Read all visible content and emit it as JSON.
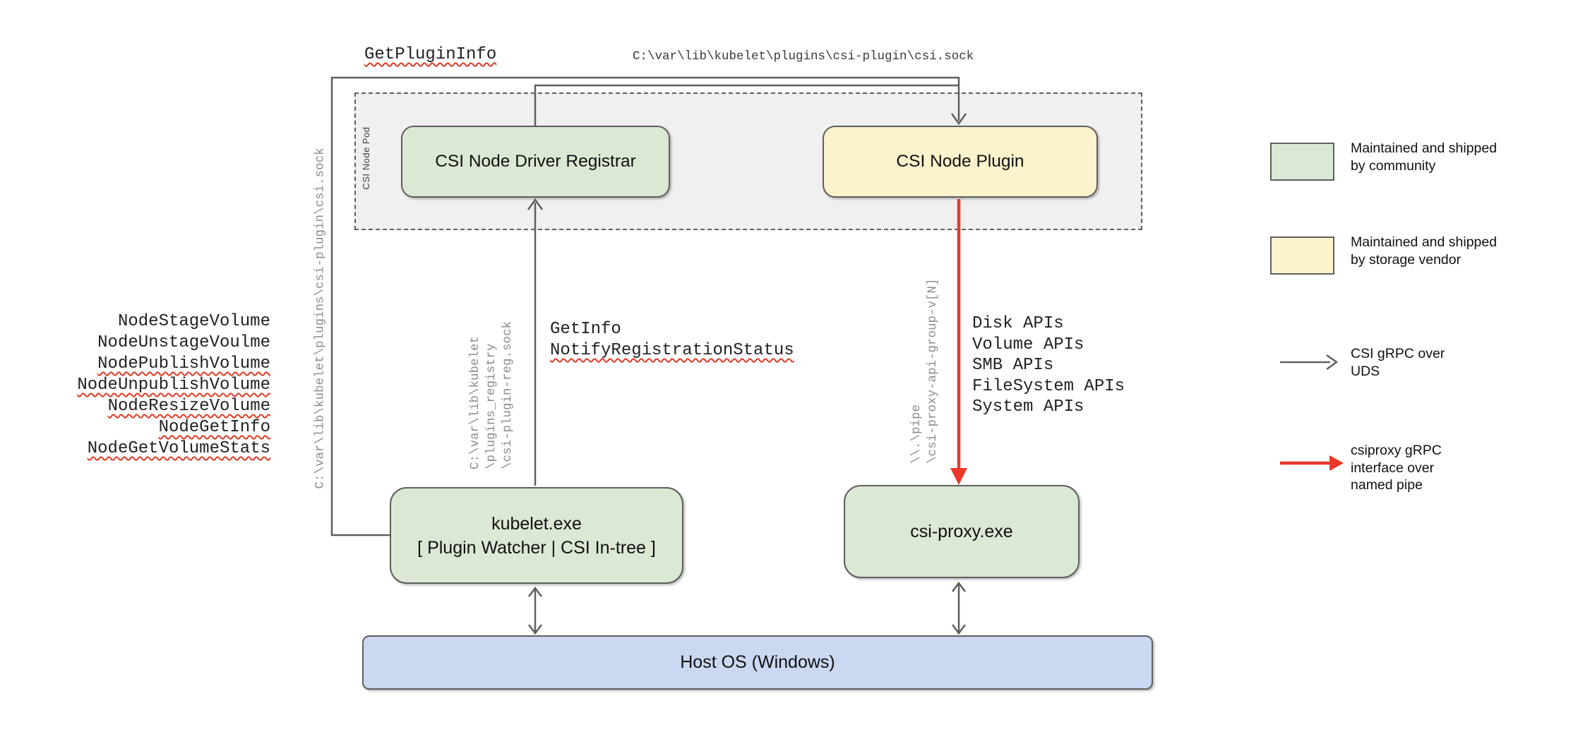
{
  "nodes": {
    "pod_label": "CSI Node Pod",
    "registrar": "CSI Node Driver Registrar",
    "plugin": "CSI Node Plugin",
    "kubelet_line1": "kubelet.exe",
    "kubelet_line2": "[ Plugin Watcher | CSI In-tree ]",
    "csi_proxy": "csi-proxy.exe",
    "host_os": "Host OS (Windows)"
  },
  "edge_labels": {
    "get_plugin_info": "GetPluginInfo",
    "csi_sock_path": "C:\\var\\lib\\kubelet\\plugins\\csi-plugin\\csi.sock",
    "csi_sock_path_vertical": "C:\\var\\lib\\kubelet\\plugins\\csi-plugin\\csi.sock",
    "registry_sock_line1": "C:\\var\\lib\\kubelet",
    "registry_sock_line2": "\\plugins_registry",
    "registry_sock_line3": "\\csi-plugin-reg.sock",
    "pipe_line1": "\\\\.\\pipe",
    "pipe_line2": "\\csi-proxy-api-group-v[N]",
    "get_info": "GetInfo",
    "notify_registration_status": "NotifyRegistrationStatus",
    "node_calls": [
      "NodeStageVolume",
      "NodeUnstageVoulme",
      "NodePublishVolume",
      "NodeUnpublishVolume",
      "NodeResizeVolume",
      "NodeGetInfo",
      "NodeGetVolumeStats"
    ],
    "proxy_apis": [
      "Disk APIs",
      "Volume APIs",
      "SMB APIs",
      "FileSystem APIs",
      "System APIs"
    ]
  },
  "legend": {
    "community": {
      "line1": "Maintained and shipped",
      "line2": "by community",
      "color": "#dbe8d4"
    },
    "vendor": {
      "line1": "Maintained and shipped",
      "line2": "by storage vendor",
      "color": "#fcf2cb"
    },
    "uds_arrow": {
      "line1": "CSI gRPC over",
      "line2": "UDS",
      "color": "#5f5f5f"
    },
    "pipe_arrow": {
      "line1": "csiproxy gRPC",
      "line2": "interface over",
      "line3": "named pipe",
      "color": "#e8392b"
    }
  },
  "colors": {
    "community_fill": "#dbe8d4",
    "vendor_fill": "#fcf2cb",
    "host_fill": "#cbd8f1",
    "pod_fill": "#f0f0f0",
    "line_gray": "#5f5f5f",
    "line_red": "#e8392b",
    "squiggle_red": "#e03b24"
  }
}
